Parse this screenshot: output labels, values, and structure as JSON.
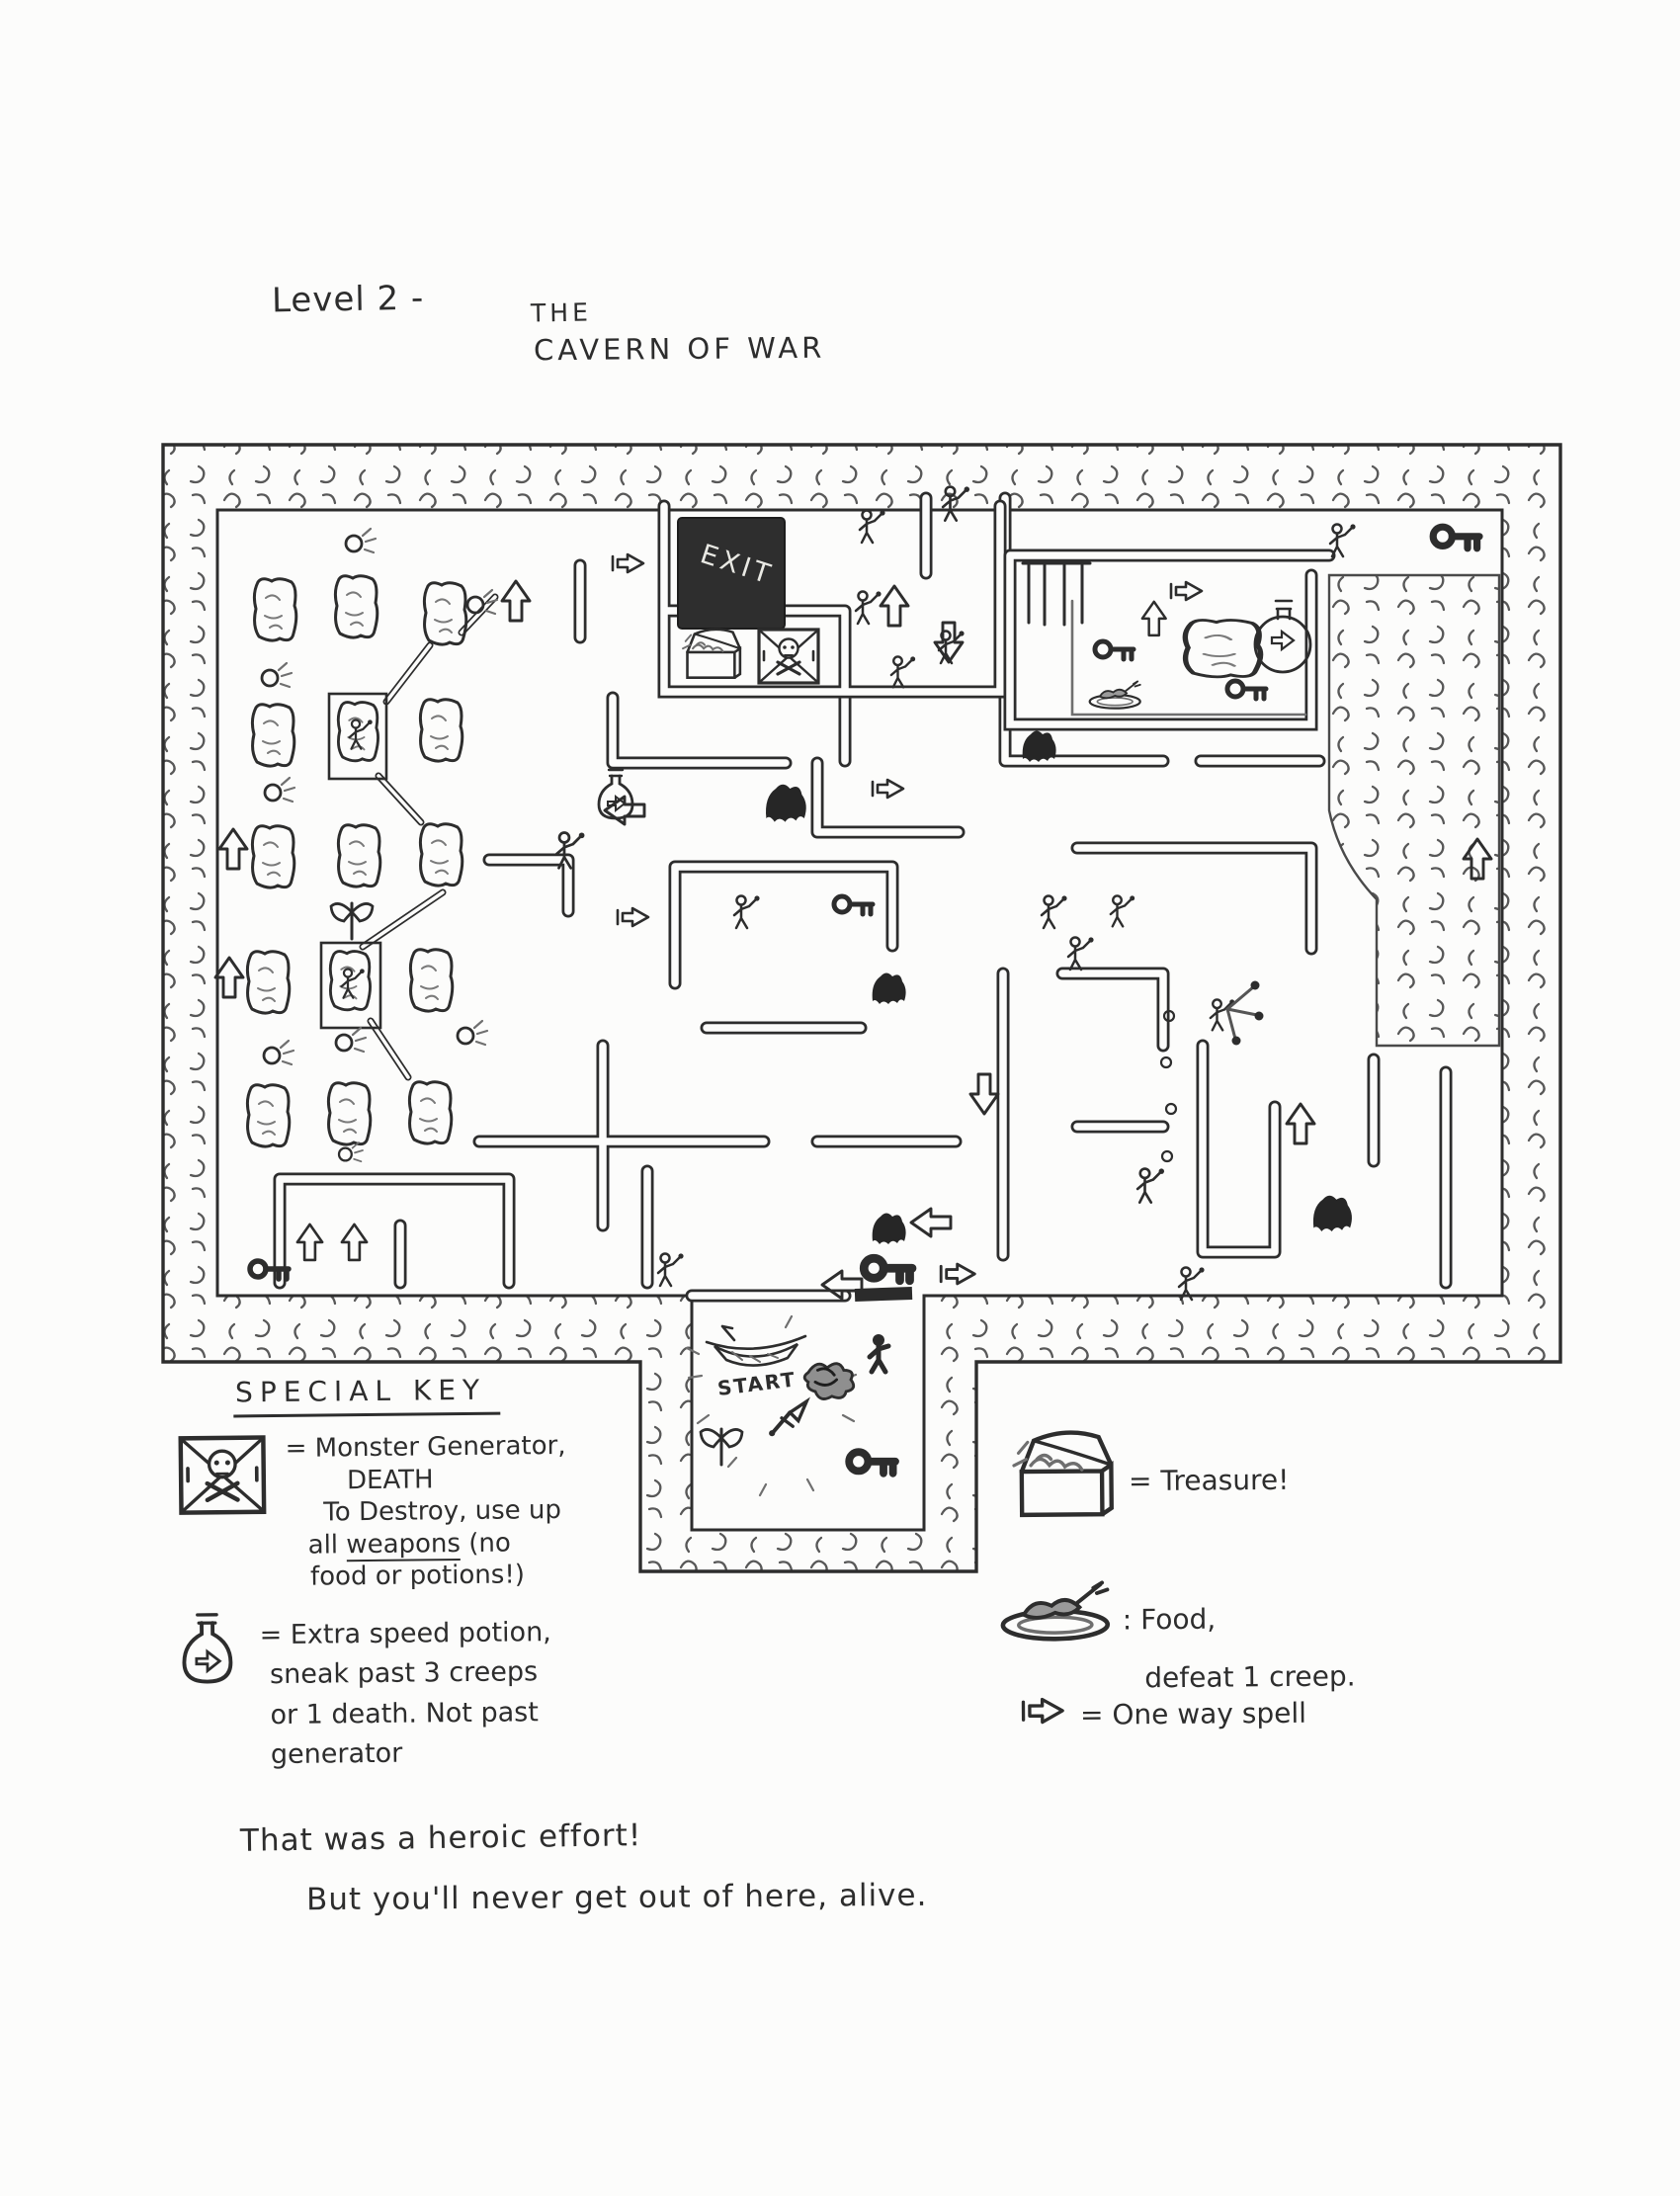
{
  "title": {
    "level": "Level 2 -",
    "article": "THE",
    "name": "CAVERN OF WAR"
  },
  "map": {
    "exit_label": "EXIT",
    "start_label": "START",
    "icon_inventory": [
      "monster-generator",
      "treasure-chest",
      "speed-potion",
      "key",
      "ghost",
      "creep",
      "bomb",
      "rock-block",
      "up-arrow",
      "down-arrow",
      "left-arrow",
      "one-way-spell-arrow",
      "axe",
      "dagger",
      "boat",
      "food-plate",
      "cave-wall-texture"
    ]
  },
  "legend": {
    "heading": "SPECIAL KEY",
    "monster_generator": {
      "l1": "= Monster Generator,",
      "l2": "DEATH",
      "l3": "To Destroy, use up",
      "l4a": "all ",
      "l4b": "weapons",
      "l4c": " (no",
      "l5": "food or potions!)"
    },
    "speed_potion": {
      "l1": "= Extra speed potion,",
      "l2": "sneak past 3 creeps",
      "l3": "or 1 death. Not past",
      "l4": "generator"
    },
    "treasure": {
      "text": "= Treasure!"
    },
    "food": {
      "l1": ": Food,",
      "l2": "defeat 1 creep."
    },
    "one_way": {
      "text": "= One way spell"
    }
  },
  "note": {
    "line1": "That was a heroic effort!",
    "line2": "But you'll never get out of here, alive."
  },
  "colors": {
    "ink": "#2d2d2d",
    "pencil": "#6f6f6f",
    "paper": "#fcfcfb",
    "exit_sign": "#2e2e2e"
  }
}
